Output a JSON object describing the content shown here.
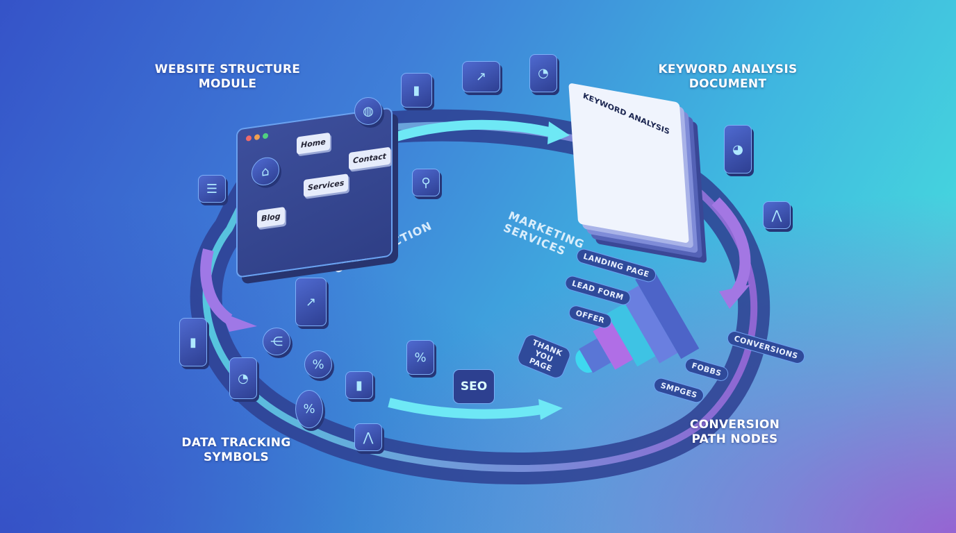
{
  "labels": {
    "website_structure": "WEBSITE STRUCTURE MODULE",
    "keyword_analysis": "KEYWORD ANALYSIS DOCUMENT",
    "data_tracking": "DATA TRACKING SYMBOLS",
    "conversion_path": "CONVERSION PATH NODES"
  },
  "floor_text": {
    "website_construction": "WEBSITE CONSTRUCTION",
    "marketing_services": "MARKETING SERVICES"
  },
  "website_window": {
    "nodes": [
      "Home",
      "Services",
      "Contact",
      "Blog"
    ]
  },
  "keyword_document": {
    "title": "KEYWORD ANALYSIS"
  },
  "funnel_tags": {
    "left": [
      "LANDING PAGE",
      "LEAD FORM",
      "OFFER",
      "THANK YOU PAGE"
    ],
    "right": [
      "CONVERSIONS",
      "FOBBS",
      "SMPGES"
    ]
  },
  "seo_badge": "SEO",
  "icons": [
    "home-icon",
    "globe-icon",
    "search-icon",
    "bar-chart-icon",
    "line-chart-icon",
    "pie-chart-icon",
    "percent-icon",
    "gauge-icon",
    "user-card-icon",
    "form-icon",
    "share-icon"
  ],
  "colors": {
    "accent_cyan": "#5fe6f0",
    "accent_purple": "#a66be0",
    "track": "#3a4fa8"
  }
}
